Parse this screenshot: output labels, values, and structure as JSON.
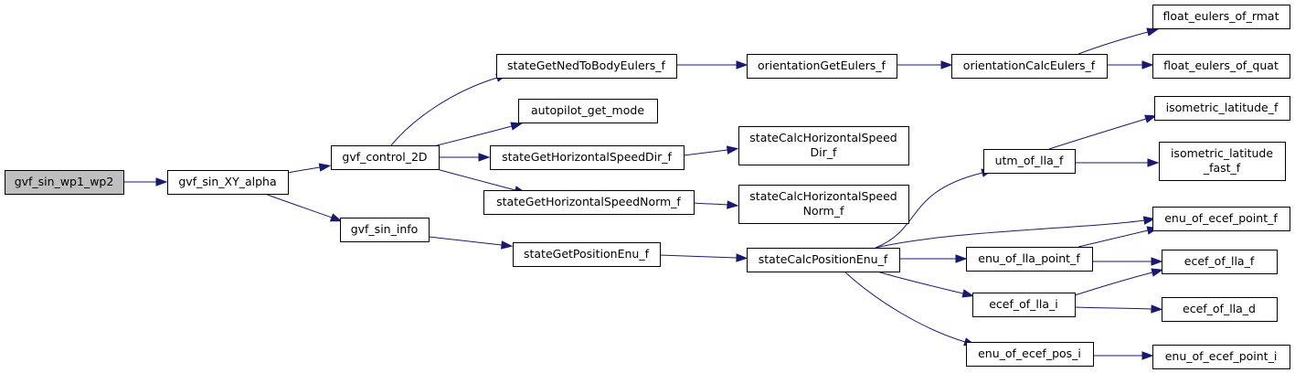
{
  "graph": {
    "colors": {
      "edge": "#191970",
      "node_border": "#000000",
      "node_fill": "#ffffff",
      "root_fill": "#bfbfbf",
      "text": "#000000"
    },
    "nodes": [
      {
        "id": "gvf_sin_wp1_wp2",
        "lines": [
          "gvf_sin_wp1_wp2"
        ],
        "root": true
      },
      {
        "id": "gvf_sin_XY_alpha",
        "lines": [
          "gvf_sin_XY_alpha"
        ]
      },
      {
        "id": "gvf_control_2D",
        "lines": [
          "gvf_control_2D"
        ]
      },
      {
        "id": "gvf_sin_info",
        "lines": [
          "gvf_sin_info"
        ]
      },
      {
        "id": "stateGetNedToBodyEulers_f",
        "lines": [
          "stateGetNedToBodyEulers_f"
        ]
      },
      {
        "id": "autopilot_get_mode",
        "lines": [
          "autopilot_get_mode"
        ]
      },
      {
        "id": "stateGetHorizontalSpeedDir_f",
        "lines": [
          "stateGetHorizontalSpeedDir_f"
        ]
      },
      {
        "id": "stateGetHorizontalSpeedNorm_f",
        "lines": [
          "stateGetHorizontalSpeedNorm_f"
        ]
      },
      {
        "id": "stateGetPositionEnu_f",
        "lines": [
          "stateGetPositionEnu_f"
        ]
      },
      {
        "id": "orientationGetEulers_f",
        "lines": [
          "orientationGetEulers_f"
        ]
      },
      {
        "id": "stateCalcHorizontalSpeedDir_f",
        "lines": [
          "stateCalcHorizontalSpeed",
          "Dir_f"
        ]
      },
      {
        "id": "stateCalcHorizontalSpeedNorm_f",
        "lines": [
          "stateCalcHorizontalSpeed",
          "Norm_f"
        ]
      },
      {
        "id": "stateCalcPositionEnu_f",
        "lines": [
          "stateCalcPositionEnu_f"
        ]
      },
      {
        "id": "orientationCalcEulers_f",
        "lines": [
          "orientationCalcEulers_f"
        ]
      },
      {
        "id": "utm_of_lla_f",
        "lines": [
          "utm_of_lla_f"
        ]
      },
      {
        "id": "enu_of_lla_point_f",
        "lines": [
          "enu_of_lla_point_f"
        ]
      },
      {
        "id": "ecef_of_lla_i",
        "lines": [
          "ecef_of_lla_i"
        ]
      },
      {
        "id": "enu_of_ecef_pos_i",
        "lines": [
          "enu_of_ecef_pos_i"
        ]
      },
      {
        "id": "float_eulers_of_rmat",
        "lines": [
          "float_eulers_of_rmat"
        ]
      },
      {
        "id": "float_eulers_of_quat",
        "lines": [
          "float_eulers_of_quat"
        ]
      },
      {
        "id": "isometric_latitude_f",
        "lines": [
          "isometric_latitude_f"
        ]
      },
      {
        "id": "isometric_latitude_fast_f",
        "lines": [
          "isometric_latitude",
          "_fast_f"
        ]
      },
      {
        "id": "enu_of_ecef_point_f",
        "lines": [
          "enu_of_ecef_point_f"
        ]
      },
      {
        "id": "ecef_of_lla_f",
        "lines": [
          "ecef_of_lla_f"
        ]
      },
      {
        "id": "ecef_of_lla_d",
        "lines": [
          "ecef_of_lla_d"
        ]
      },
      {
        "id": "enu_of_ecef_point_i",
        "lines": [
          "enu_of_ecef_point_i"
        ]
      }
    ],
    "edges": [
      [
        "gvf_sin_wp1_wp2",
        "gvf_sin_XY_alpha"
      ],
      [
        "gvf_sin_XY_alpha",
        "gvf_control_2D"
      ],
      [
        "gvf_sin_XY_alpha",
        "gvf_sin_info"
      ],
      [
        "gvf_control_2D",
        "stateGetNedToBodyEulers_f"
      ],
      [
        "gvf_control_2D",
        "autopilot_get_mode"
      ],
      [
        "gvf_control_2D",
        "stateGetHorizontalSpeedDir_f"
      ],
      [
        "gvf_control_2D",
        "stateGetHorizontalSpeedNorm_f"
      ],
      [
        "gvf_sin_info",
        "stateGetPositionEnu_f"
      ],
      [
        "stateGetNedToBodyEulers_f",
        "orientationGetEulers_f"
      ],
      [
        "stateGetHorizontalSpeedDir_f",
        "stateCalcHorizontalSpeedDir_f"
      ],
      [
        "stateGetHorizontalSpeedNorm_f",
        "stateCalcHorizontalSpeedNorm_f"
      ],
      [
        "stateGetPositionEnu_f",
        "stateCalcPositionEnu_f"
      ],
      [
        "orientationGetEulers_f",
        "orientationCalcEulers_f"
      ],
      [
        "orientationCalcEulers_f",
        "float_eulers_of_rmat"
      ],
      [
        "orientationCalcEulers_f",
        "float_eulers_of_quat"
      ],
      [
        "stateCalcPositionEnu_f",
        "utm_of_lla_f"
      ],
      [
        "stateCalcPositionEnu_f",
        "enu_of_ecef_point_f"
      ],
      [
        "stateCalcPositionEnu_f",
        "enu_of_lla_point_f"
      ],
      [
        "stateCalcPositionEnu_f",
        "ecef_of_lla_i"
      ],
      [
        "stateCalcPositionEnu_f",
        "enu_of_ecef_pos_i"
      ],
      [
        "utm_of_lla_f",
        "isometric_latitude_f"
      ],
      [
        "utm_of_lla_f",
        "isometric_latitude_fast_f"
      ],
      [
        "enu_of_lla_point_f",
        "enu_of_ecef_point_f"
      ],
      [
        "enu_of_lla_point_f",
        "ecef_of_lla_f"
      ],
      [
        "ecef_of_lla_i",
        "ecef_of_lla_f"
      ],
      [
        "ecef_of_lla_i",
        "ecef_of_lla_d"
      ],
      [
        "enu_of_ecef_pos_i",
        "enu_of_ecef_point_i"
      ]
    ]
  }
}
